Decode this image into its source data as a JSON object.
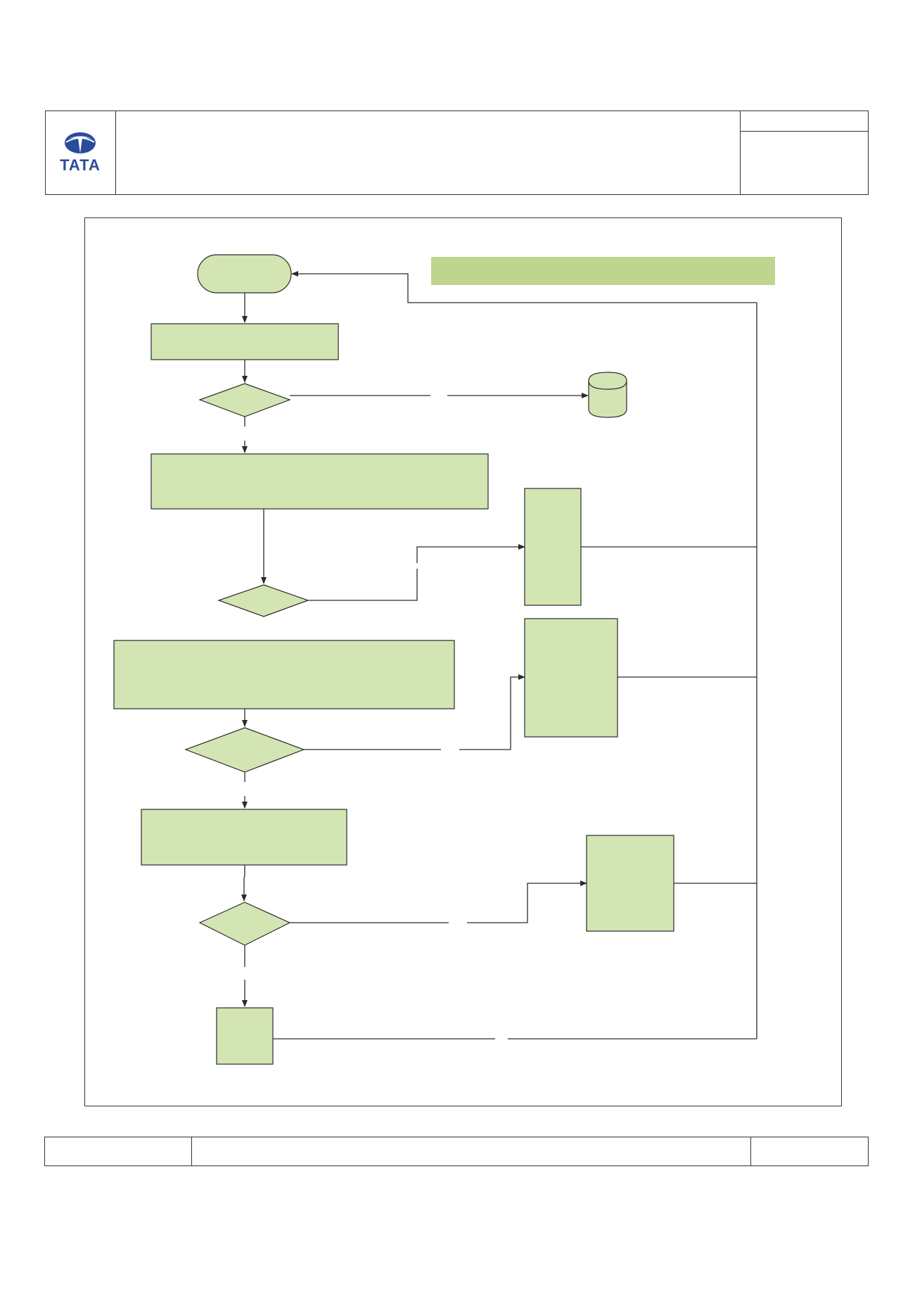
{
  "header": {
    "logo_text": "TATA"
  },
  "colors": {
    "node_fill": "#d3e5b3",
    "banner_fill": "#bdd58e",
    "line": "#2b2b2b",
    "logo_blue": "#2a4a9b"
  },
  "diagram": {
    "nodes": [
      {
        "id": "start",
        "shape": "terminator"
      },
      {
        "id": "process-1",
        "shape": "process"
      },
      {
        "id": "decision-1",
        "shape": "decision"
      },
      {
        "id": "end-cylinder",
        "shape": "cylinder"
      },
      {
        "id": "process-2",
        "shape": "process"
      },
      {
        "id": "decision-2",
        "shape": "decision"
      },
      {
        "id": "side-process-1",
        "shape": "process"
      },
      {
        "id": "process-3",
        "shape": "process"
      },
      {
        "id": "side-process-2",
        "shape": "process"
      },
      {
        "id": "decision-3",
        "shape": "decision"
      },
      {
        "id": "process-4",
        "shape": "process"
      },
      {
        "id": "decision-4",
        "shape": "decision"
      },
      {
        "id": "side-process-3",
        "shape": "process"
      },
      {
        "id": "process-5",
        "shape": "process"
      },
      {
        "id": "banner",
        "shape": "banner"
      }
    ],
    "edges": [
      {
        "from": "start",
        "to": "process-1"
      },
      {
        "from": "process-1",
        "to": "decision-1"
      },
      {
        "from": "decision-1",
        "to": "end-cylinder"
      },
      {
        "from": "decision-1",
        "to": "process-2"
      },
      {
        "from": "process-2",
        "to": "decision-2"
      },
      {
        "from": "decision-2",
        "to": "side-process-1"
      },
      {
        "from": "decision-3",
        "to": "side-process-2"
      },
      {
        "from": "process-3",
        "to": "decision-3"
      },
      {
        "from": "decision-3",
        "to": "process-4"
      },
      {
        "from": "process-4",
        "to": "decision-4"
      },
      {
        "from": "decision-4",
        "to": "side-process-3"
      },
      {
        "from": "decision-4",
        "to": "process-5"
      },
      {
        "from": "side-process-1",
        "to": "start"
      },
      {
        "from": "side-process-2",
        "to": "start"
      },
      {
        "from": "side-process-3",
        "to": "start"
      },
      {
        "from": "process-5",
        "to": "start"
      }
    ]
  }
}
